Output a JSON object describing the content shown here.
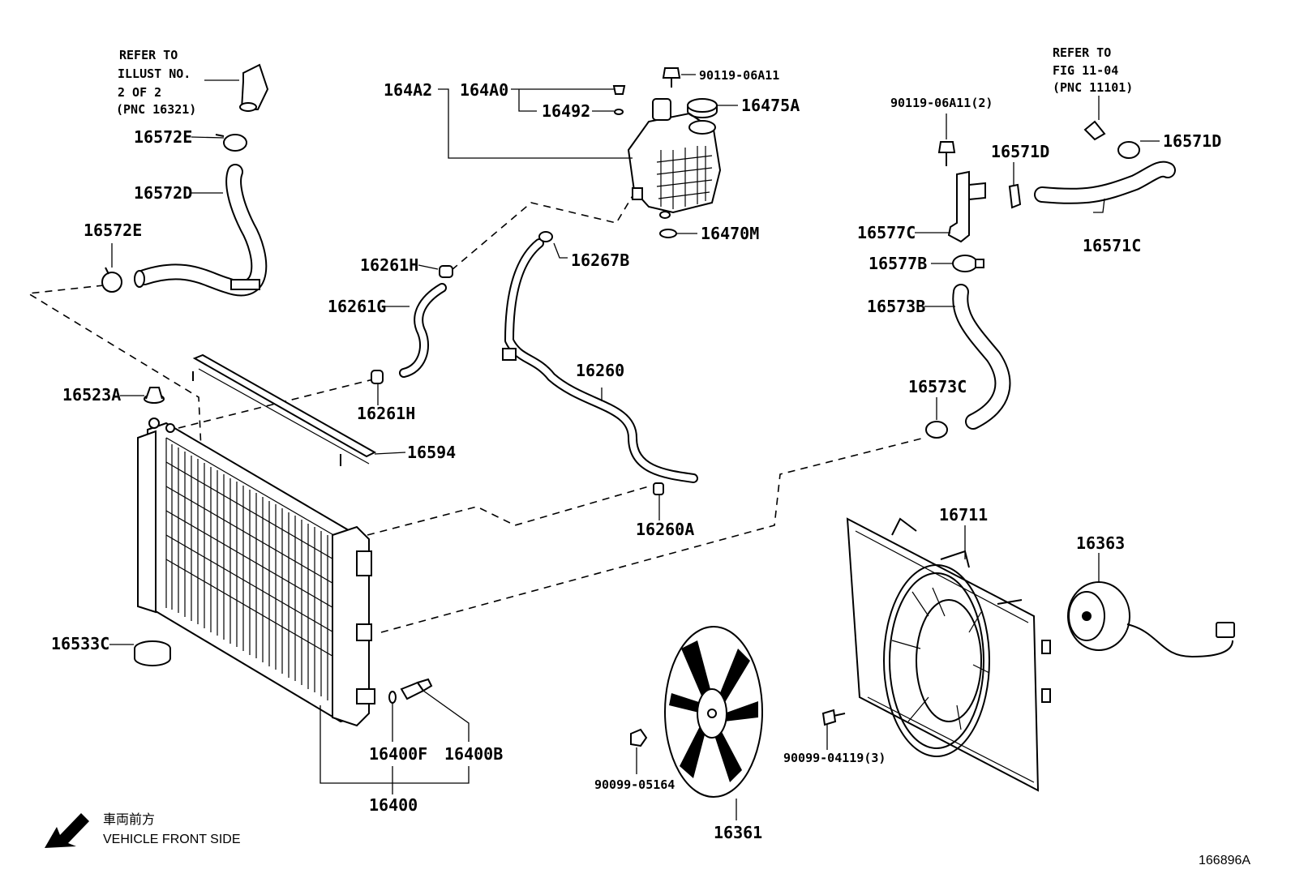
{
  "diagram": {
    "figure_id": "166896A",
    "direction": {
      "japanese": "車両前方",
      "english": "VEHICLE FRONT SIDE"
    },
    "refer_notes": {
      "top_left": [
        "REFER TO",
        "ILLUST NO.",
        "2 OF 2",
        "(PNC 16321)"
      ],
      "top_right": [
        "REFER TO",
        "FIG 11-04",
        "(PNC 11101)"
      ]
    },
    "parts": {
      "p16572E_a": "16572E",
      "p16572D": "16572D",
      "p16572E_b": "16572E",
      "p164A2": "164A2",
      "p164A0": "164A0",
      "p16492": "16492",
      "p90119_a": "90119-06A11",
      "p16475A": "16475A",
      "p16470M": "16470M",
      "p16261H_a": "16261H",
      "p16261G": "16261G",
      "p16261H_b": "16261H",
      "p16267B": "16267B",
      "p16260": "16260",
      "p16260A": "16260A",
      "p16523A": "16523A",
      "p16594": "16594",
      "p16533C": "16533C",
      "p16400F": "16400F",
      "p16400B": "16400B",
      "p16400": "16400",
      "p90119_b": "90119-06A11(2)",
      "p16571D_a": "16571D",
      "p16571D_b": "16571D",
      "p16577C": "16577C",
      "p16577B": "16577B",
      "p16571C": "16571C",
      "p16573B": "16573B",
      "p16573C": "16573C",
      "p16711": "16711",
      "p16363": "16363",
      "p90099_05164": "90099-05164",
      "p90099_04119": "90099-04119(3)",
      "p16361": "16361"
    }
  }
}
